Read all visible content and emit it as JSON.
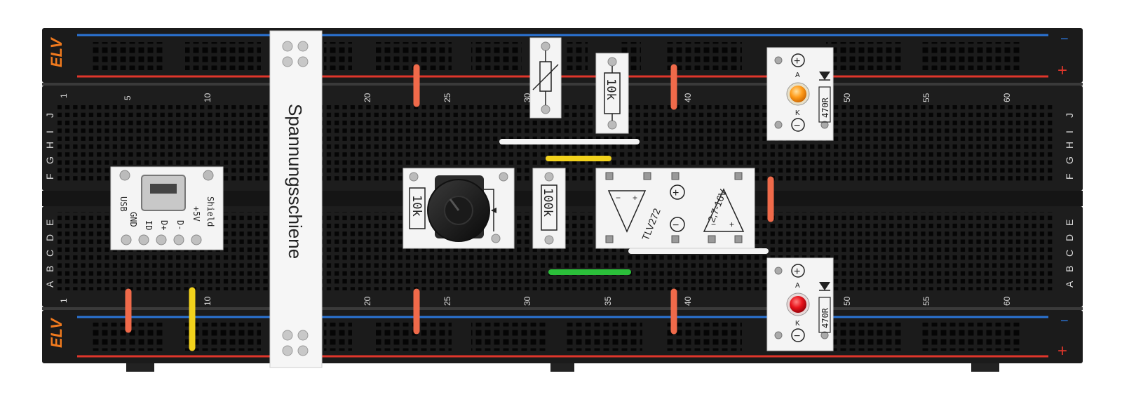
{
  "brand": {
    "logo_text": "ELV",
    "color": "#f07a1e"
  },
  "rail_symbols": {
    "minus": "−",
    "plus": "+"
  },
  "colors": {
    "board": "#1b1b1b",
    "board_edge": "#2a2a2a",
    "hole": "#050505",
    "rail_blue": "#2b74d6",
    "rail_red": "#e0362b",
    "module_bg": "#f4f4f4",
    "wire_orange": "#f06a4a",
    "wire_yellow": "#f2d21c",
    "wire_green": "#2bbf3a",
    "wire_white": "#f4f4f4",
    "led_orange": "#ff9c1a",
    "led_red": "#e8141c"
  },
  "column_numbers": [
    "1",
    "5",
    "10",
    "20",
    "25",
    "30",
    "35",
    "40",
    "50",
    "55",
    "60"
  ],
  "row_letters": {
    "top": [
      "F",
      "G",
      "H",
      "I",
      "J"
    ],
    "bottom": [
      "A",
      "B",
      "C",
      "D",
      "E"
    ]
  },
  "power_rail_strip": {
    "text": "Spannungsschiene"
  },
  "modules": {
    "usb": {
      "labels": [
        "USB",
        "GND",
        "ID",
        "D+",
        "D-",
        "+5V",
        "Shield"
      ]
    },
    "potentiometer": {
      "value": "10k"
    },
    "resistor_top": {
      "value": "10k"
    },
    "resistor_mid": {
      "value": "100k"
    },
    "opamp": {
      "chip": "TLV272",
      "supply": "2,7-16V",
      "plus": "+",
      "minus": "−"
    },
    "led_top": {
      "anode": "A",
      "cathode": "K",
      "resistor": "470R",
      "plus": "+",
      "minus": "−"
    },
    "led_bottom": {
      "anode": "A",
      "cathode": "K",
      "resistor": "470R",
      "plus": "+",
      "minus": "−"
    }
  }
}
